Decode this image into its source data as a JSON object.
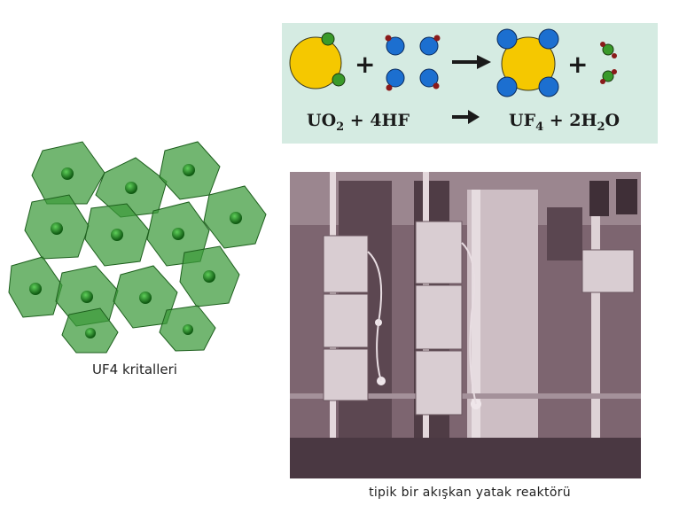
{
  "reaction": {
    "left_formula": {
      "a": "UO",
      "a_sub": "2",
      "b": " + 4HF"
    },
    "arrow": "➞",
    "right_formula": {
      "a": "UF",
      "a_sub": "4",
      "b": " + 2H",
      "b_sub": "2",
      "c": "O"
    },
    "plus_symbol": "+",
    "colors": {
      "panel": "#d5ebe2",
      "uranium": "#f5c800",
      "fluorine": "#1c6fd0",
      "hydrogen": "#8a1a1a",
      "oxygen": "#3a9a2a"
    }
  },
  "crystal": {
    "caption": "UF4 kritalleri",
    "color": "#2e8b2e"
  },
  "photo": {
    "caption": "tipik bir akışkan yatak reaktörü",
    "tone": "#8a6f78"
  }
}
